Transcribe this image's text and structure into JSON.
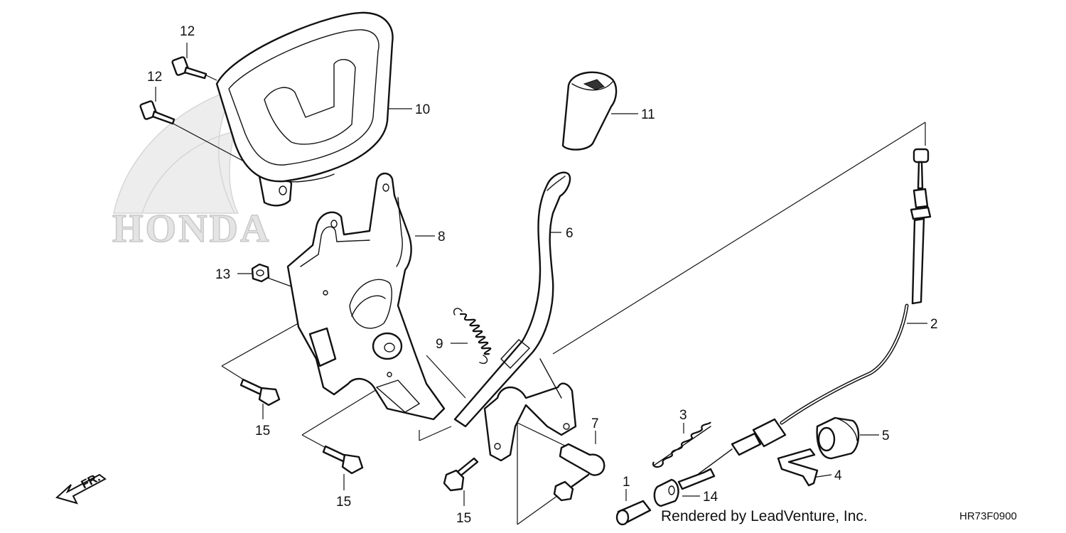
{
  "callouts": {
    "c1": "1",
    "c2": "2",
    "c3": "3",
    "c4": "4",
    "c5": "5",
    "c6": "6",
    "c7": "7",
    "c8": "8",
    "c9": "9",
    "c10": "10",
    "c11": "11",
    "c12a": "12",
    "c12b": "12",
    "c13": "13",
    "c14": "14",
    "c15a": "15",
    "c15b": "15",
    "c15c": "15"
  },
  "watermark": "HONDA",
  "direction_label": "FR.",
  "footer": {
    "credit": "Rendered by LeadVenture, Inc.",
    "diagram_code": "HR73F0900"
  }
}
